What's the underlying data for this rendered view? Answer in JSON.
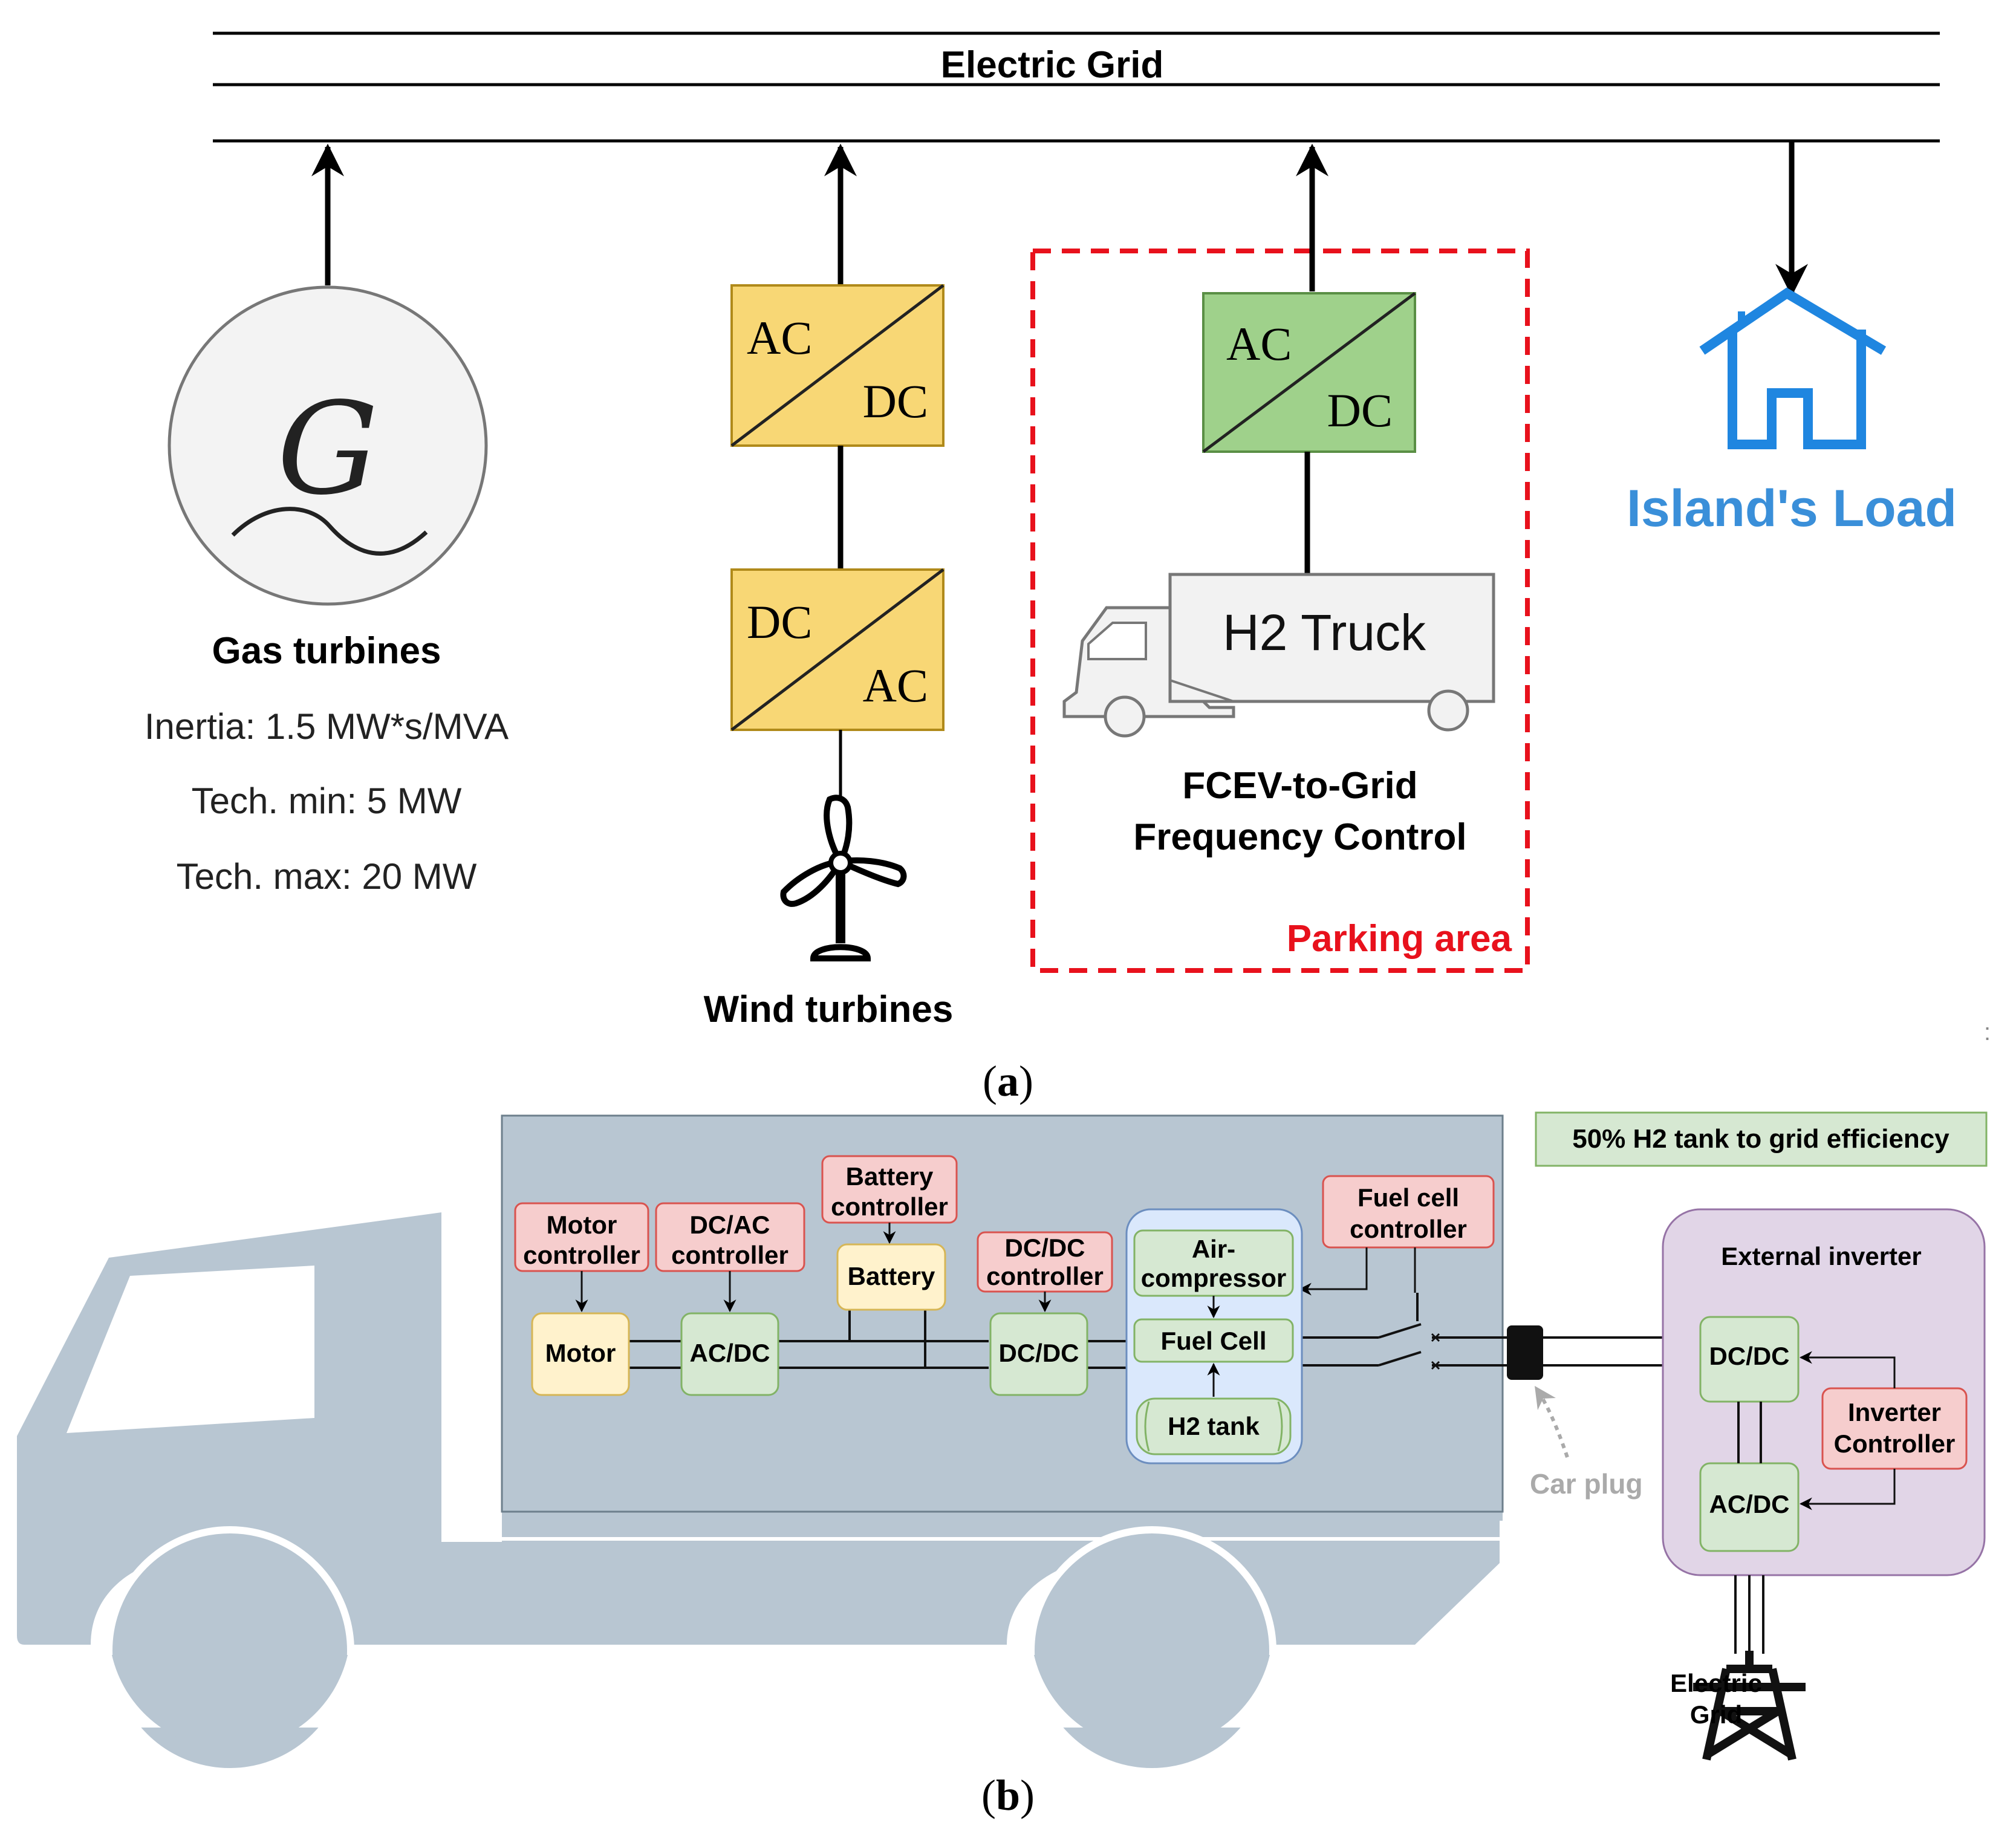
{
  "panel_a": {
    "grid_title": "Electric Grid",
    "gas": {
      "symbol": "G",
      "title": "Gas turbines",
      "inertia": "Inertia: 1.5 MW*s/MVA",
      "tech_min": "Tech. min: 5 MW",
      "tech_max": "Tech. max: 20 MW"
    },
    "wind": {
      "conv1_top": "AC",
      "conv1_bottom": "DC",
      "conv2_top": "DC",
      "conv2_bottom": "AC",
      "title": "Wind turbines"
    },
    "fcev": {
      "conv_top": "AC",
      "conv_bottom": "DC",
      "truck_label": "H2 Truck",
      "title_line1": "FCEV-to-Grid",
      "title_line2": "Frequency Control",
      "area_label": "Parking area"
    },
    "load": {
      "title": "Island's Load"
    },
    "caption": "(a)",
    "caption_letter": "a",
    "colors": {
      "yellow_converter": "#f8d775",
      "green_converter": "#9fd18b",
      "parking_border": "#e8111c",
      "load_blue": "#1f86e0",
      "load_text": "#3a8fd9"
    }
  },
  "panel_b": {
    "efficiency_note": "50% H2 tank to grid efficiency",
    "motor_controller": [
      "Motor",
      "controller"
    ],
    "dcac_controller": [
      "DC/AC",
      "controller"
    ],
    "battery_controller": [
      "Battery",
      "controller"
    ],
    "dcdc_controller": [
      "DC/DC",
      "controller"
    ],
    "fuelcell_controller": [
      "Fuel cell",
      "controller"
    ],
    "motor": "Motor",
    "acdc": "AC/DC",
    "battery": "Battery",
    "dcdc": "DC/DC",
    "air_compressor": [
      "Air-",
      "compressor"
    ],
    "fuel_cell": "Fuel Cell",
    "h2_tank": "H2 tank",
    "car_plug": "Car plug",
    "external_inverter": {
      "title": "External inverter",
      "dcdc": "DC/DC",
      "acdc": "AC/DC",
      "controller": [
        "Inverter",
        "Controller"
      ]
    },
    "electric_grid": [
      "Electric",
      "Grid"
    ],
    "caption": "(b)",
    "caption_letter": "b",
    "colors": {
      "truck_body": "#b8c6d2",
      "controller_fill": "#f6cdcd",
      "controller_stroke": "#d9534f",
      "component_fill": "#d6e8d2",
      "component_stroke": "#82b366",
      "battery_fill": "#fff2cc",
      "battery_stroke": "#d6b656",
      "fc_group_fill": "#dae8fc",
      "fc_group_stroke": "#6c8ebf",
      "inverter_fill": "#e1d5e7",
      "inverter_stroke": "#9673a6"
    }
  }
}
